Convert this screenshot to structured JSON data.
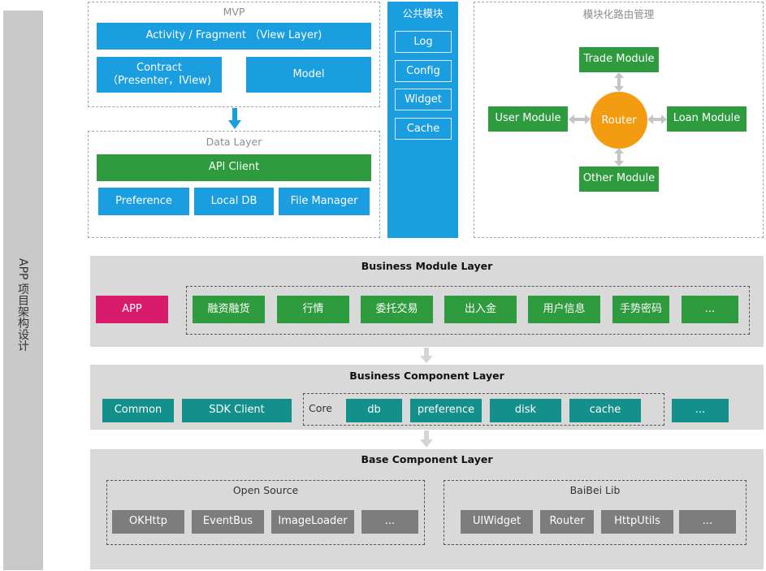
{
  "side_label": "APP 项目架构设计",
  "mvp": {
    "title": "MVP",
    "activity": "Activity / Fragment （View Layer)",
    "contract_line1": "Contract",
    "contract_line2": "（Presenter，IView)",
    "model": "Model"
  },
  "data_layer": {
    "title": "Data Layer",
    "api_client": "API Client",
    "preference": "Preference",
    "local_db": "Local DB",
    "file_manager": "File Manager"
  },
  "common_module": {
    "title": "公共模块",
    "items": [
      "Log",
      "Config",
      "Widget",
      "Cache"
    ]
  },
  "routing": {
    "title": "模块化路由管理",
    "router": "Router",
    "trade": "Trade Module",
    "user": "User Module",
    "loan": "Loan Module",
    "other": "Other Module"
  },
  "business_module_layer": {
    "title": "Business Module Layer",
    "app": "APP",
    "items": [
      "融资融货",
      "行情",
      "委托交易",
      "出入金",
      "用户信息",
      "手势密码",
      "..."
    ]
  },
  "business_component_layer": {
    "title": "Business Component Layer",
    "common": "Common",
    "sdk_client": "SDK Client",
    "core": "Core",
    "core_items": [
      "db",
      "preference",
      "disk",
      "cache"
    ],
    "more": "..."
  },
  "base_component_layer": {
    "title": "Base Component Layer",
    "open_source": {
      "title": "Open Source",
      "items": [
        "OKHttp",
        "EventBus",
        "ImageLoader",
        "..."
      ]
    },
    "baibei": {
      "title": "BaiBei Lib",
      "items": [
        "UIWidget",
        "Router",
        "HttpUtils",
        "..."
      ]
    }
  }
}
